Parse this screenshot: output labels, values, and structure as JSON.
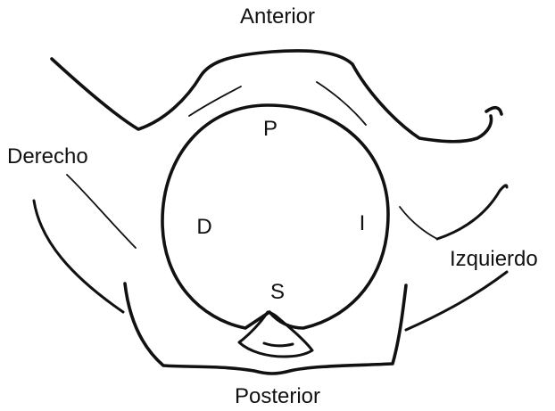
{
  "labels": {
    "anterior": "Anterior",
    "posterior": "Posterior",
    "right": "Derecho",
    "left": "Izquierdo",
    "p": "P",
    "d": "D",
    "i": "I",
    "s": "S"
  },
  "colors": {
    "line": "#111111",
    "background": "#ffffff"
  }
}
